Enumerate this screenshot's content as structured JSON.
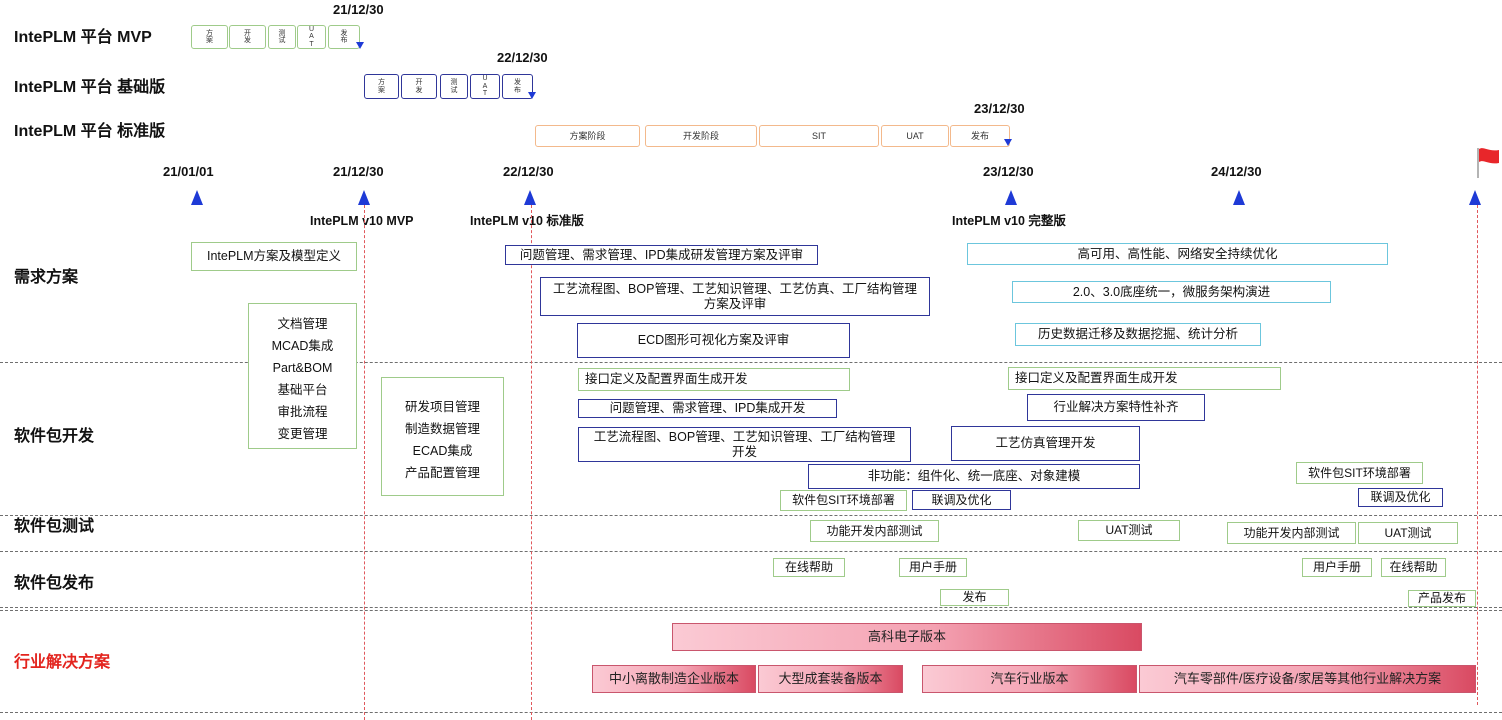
{
  "colors": {
    "green_border": "#9fcb8a",
    "navy_border": "#2f3699",
    "cyan_border": "#6cc6dd",
    "orange_border": "#f3b98c",
    "milestone_blue": "#1e3ad6",
    "guide_red": "#e0585c",
    "industry_text_red": "#e3241e",
    "industry_fill_light": "#fbcad4",
    "industry_fill_dark": "#d94a62"
  },
  "platform_rows": [
    {
      "label": "IntePLM 平台 MVP",
      "date": "21/12/30",
      "phases": [
        "方案",
        "开发",
        "测试",
        "UAT",
        "发布"
      ]
    },
    {
      "label": "IntePLM 平台 基础版",
      "date": "22/12/30",
      "phases": [
        "方案",
        "开发",
        "测试",
        "UAT",
        "发布"
      ]
    },
    {
      "label": "IntePLM 平台 标准版",
      "date": "23/12/30",
      "phases": [
        "方案阶段",
        "开发阶段",
        "SIT",
        "UAT",
        "发布"
      ]
    }
  ],
  "timeline": {
    "dates": [
      "21/01/01",
      "21/12/30",
      "22/12/30",
      "23/12/30",
      "24/12/30"
    ],
    "versions": [
      "IntePLM v10 MVP",
      "IntePLM v10 标准版",
      "IntePLM v10 完整版"
    ]
  },
  "sections": {
    "requirements": "需求方案",
    "development": "软件包开发",
    "testing": "软件包测试",
    "release": "软件包发布",
    "industry": "行业解决方案"
  },
  "requirements": [
    "IntePLM方案及模型定义",
    "问题管理、需求管理、IPD集成研发管理方案及评审",
    "工艺流程图、BOP管理、工艺知识管理、工艺仿真、工厂结构管理\n方案及评审",
    "ECD图形可视化方案及评审",
    "高可用、高性能、网络安全持续优化",
    "2.0、3.0底座统一，微服务架构演进",
    "历史数据迁移及数据挖掘、统计分析"
  ],
  "modules": {
    "platform_base": [
      "文档管理",
      "MCAD集成",
      "Part&BOM",
      "基础平台",
      "审批流程",
      "变更管理"
    ],
    "extended": [
      "研发项目管理",
      "制造数据管理",
      "ECAD集成",
      "产品配置管理"
    ]
  },
  "development": [
    "接口定义及配置界面生成开发",
    "问题管理、需求管理、IPD集成开发",
    "工艺流程图、BOP管理、工艺知识管理、工厂结构管理\n开发",
    "非功能：组件化、统一底座、对象建模",
    "软件包SIT环境部署",
    "联调及优化",
    "接口定义及配置界面生成开发",
    "行业解决方案特性补齐",
    "工艺仿真管理开发",
    "软件包SIT环境部署",
    "联调及优化"
  ],
  "testing": [
    "功能开发内部测试",
    "UAT测试",
    "功能开发内部测试",
    "UAT测试"
  ],
  "release": [
    "在线帮助",
    "用户手册",
    "发布",
    "用户手册",
    "在线帮助",
    "产品发布"
  ],
  "industry": [
    "高科电子版本",
    "中小离散制造企业版本",
    "大型成套装备版本",
    "汽车行业版本",
    "汽车零部件/医疗设备/家居等其他行业解决方案"
  ]
}
